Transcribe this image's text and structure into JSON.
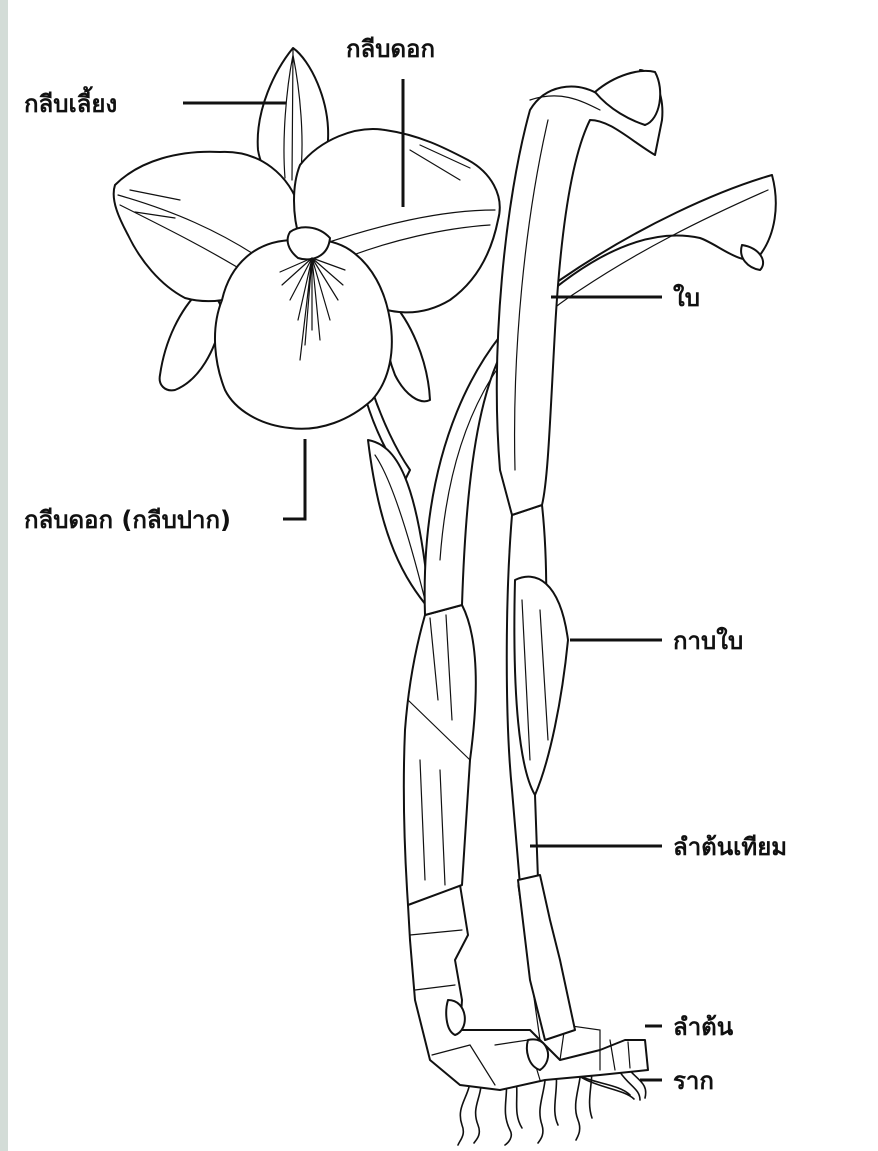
{
  "labels": {
    "sepal": "กลีบเลี้ยง",
    "petal": "กลีบดอก",
    "lip": "กลีบดอก (กลีบปาก)",
    "leaf": "ใบ",
    "leaf_sheath": "กาบใบ",
    "pseudobulb": "ลำต้นเทียม",
    "rhizome": "ลำต้น",
    "root": "ราก"
  }
}
